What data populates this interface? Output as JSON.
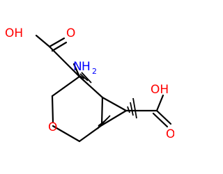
{
  "labels": {
    "left_acid_o": "O",
    "left_acid_oh": "OH",
    "amino_n": "N",
    "amino_h": "H",
    "amino_sub": "2",
    "ring_o": "O",
    "right_acid_oh": "OH",
    "right_acid_o": "O"
  },
  "colors": {
    "bond": "#000000",
    "oxygen": "#ff0000",
    "nitrogen": "#0000ff"
  }
}
